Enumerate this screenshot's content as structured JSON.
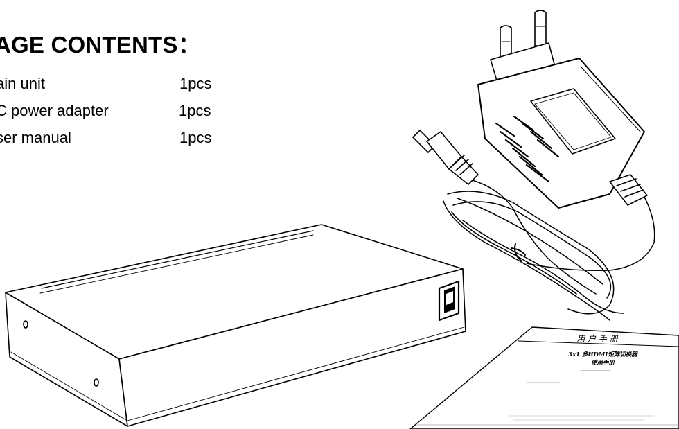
{
  "heading": "AGE CONTENTS：",
  "contents": [
    {
      "name": "ain unit",
      "qty": "1pcs"
    },
    {
      "name": "C power adapter",
      "qty": "1pcs"
    },
    {
      "name": "ser manual",
      "qty": "1pcs"
    }
  ],
  "manual": {
    "cover_title": "用 户 手 册",
    "product_line1": "3x1 多HDMI矩阵切换器",
    "product_line2": "使用手册"
  }
}
